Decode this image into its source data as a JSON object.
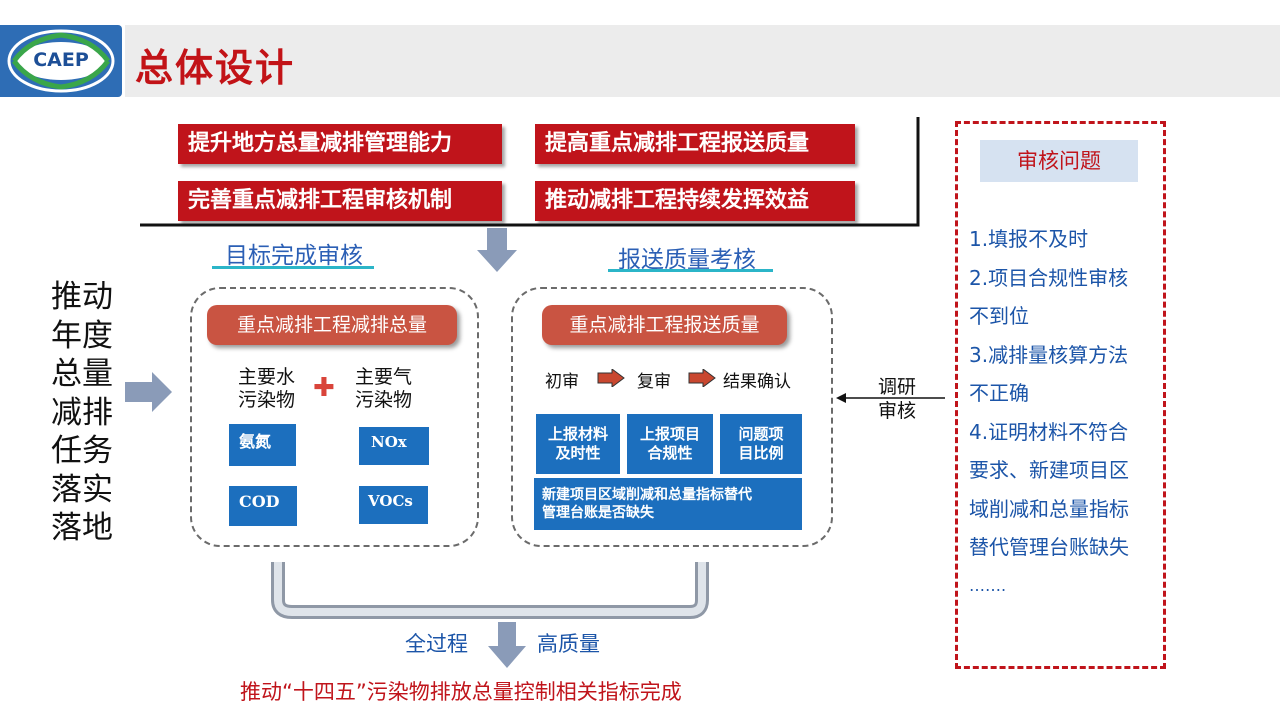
{
  "header": {
    "logo_text": "CAEP",
    "title": "总体设计"
  },
  "goals": [
    "提升地方总量减排管理能力",
    "提高重点减排工程报送质量",
    "完善重点减排工程审核机制",
    "推动减排工程持续发挥效益"
  ],
  "left_label": [
    "推动",
    "年度",
    "总量",
    "减排",
    "任务",
    "落实",
    "落地"
  ],
  "target_review": {
    "label": "目标完成审核",
    "panel_title": "重点减排工程减排总量",
    "water": [
      "主要水",
      "污染物"
    ],
    "air": [
      "主要气",
      "污染物"
    ],
    "plus": "✚",
    "water_items": [
      "氨氮",
      "COD"
    ],
    "air_items": [
      "NOx",
      "VOCs"
    ]
  },
  "quality_review": {
    "label": "报送质量考核",
    "panel_title": "重点减排工程报送质量",
    "steps": [
      "初审",
      "复审",
      "结果确认"
    ],
    "cells": [
      [
        "上报材料",
        "及时性"
      ],
      [
        "上报项目",
        "合规性"
      ],
      [
        "问题项",
        "目比例"
      ]
    ],
    "bottom_cell": [
      "新建项目区域削减和总量指标替代",
      "管理台账是否缺失"
    ]
  },
  "research": [
    "调研",
    "审核"
  ],
  "bottom": {
    "left": "全过程",
    "right": "高质量",
    "conclusion": "推动“十四五”污染物排放总量控制相关指标完成"
  },
  "issues": {
    "title": "审核问题",
    "lines": [
      "1.填报不及时",
      "2.项目合规性审核",
      "不到位",
      "3.减排量核算方法",
      "不正确",
      "4.证明材料不符合",
      "要求、新建项目区",
      "域削减和总量指标",
      "替代管理台账缺失",
      "……."
    ]
  },
  "colors": {
    "red": "#c0141b",
    "blue": "#1c6fbe",
    "teal": "#2bb5c8",
    "arrow_gray": "#8a9bb8"
  }
}
